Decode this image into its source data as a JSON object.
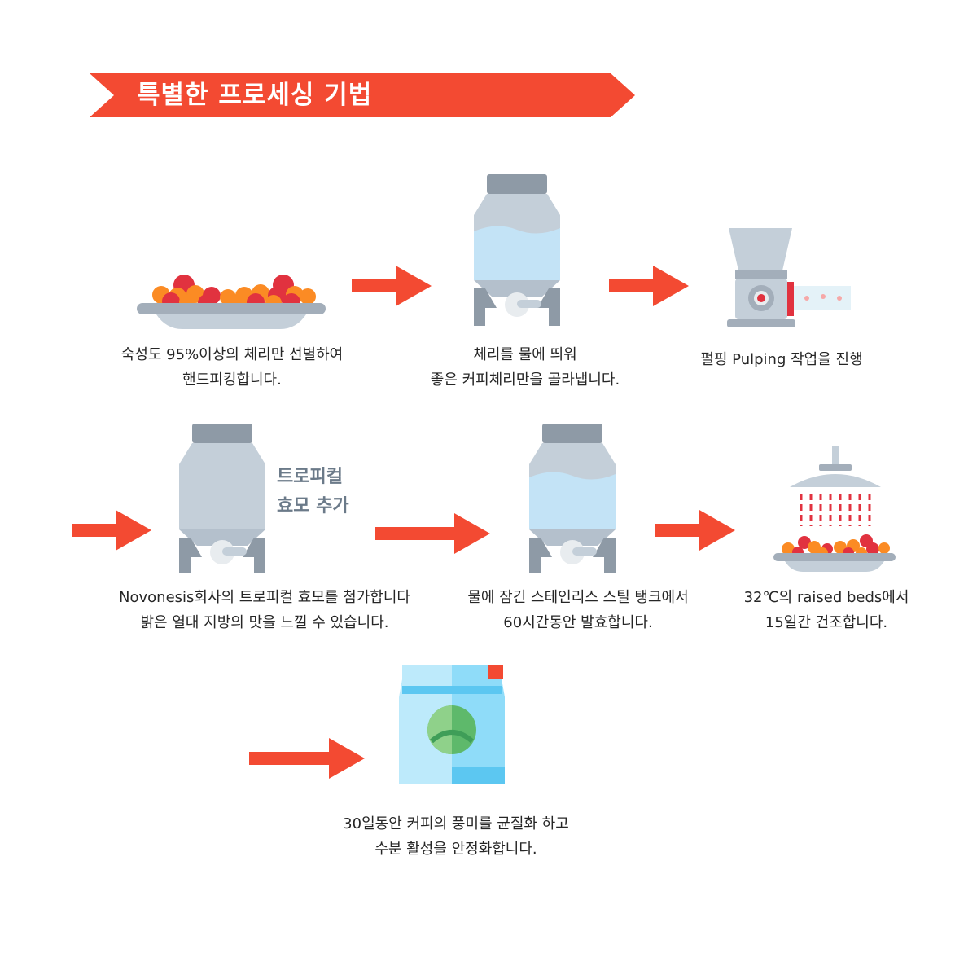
{
  "title": "특별한 프로세싱 기법",
  "colors": {
    "accent": "#f34a32",
    "tank_body": "#c4cfd9",
    "tank_cap": "#8e9aa6",
    "water": "#c3e3f6",
    "bag": "#8fdcf9",
    "bean_green": "#5eb96b"
  },
  "steps": [
    {
      "icon": "cherry-tray-icon",
      "lines": [
        "숙성도 95%이상의 체리만 선별하여",
        "핸드피킹합니다."
      ]
    },
    {
      "icon": "water-tank-icon",
      "lines": [
        "체리를 물에 띄워",
        "좋은 커피체리만을 골라냅니다."
      ]
    },
    {
      "icon": "pulping-machine-icon",
      "lines": [
        "펄핑 Pulping 작업을 진행"
      ]
    },
    {
      "icon": "yeast-tank-icon",
      "side_label": [
        "트로피컬",
        "효모 추가"
      ],
      "lines": [
        "Novonesis회사의 트로피컬 효모를 첨가합니다",
        "밝은 열대 지방의 맛을 느낄 수 있습니다."
      ]
    },
    {
      "icon": "fermentation-tank-icon",
      "lines": [
        "물에 잠긴 스테인리스 스틸 탱크에서",
        "60시간동안 발효합니다."
      ]
    },
    {
      "icon": "raised-bed-drying-icon",
      "lines": [
        "32℃의 raised beds에서",
        "15일간 건조합니다."
      ]
    },
    {
      "icon": "coffee-bag-icon",
      "lines": [
        "30일동안 커피의 풍미를 균질화 하고",
        "수분 활성을 안정화합니다."
      ]
    }
  ]
}
